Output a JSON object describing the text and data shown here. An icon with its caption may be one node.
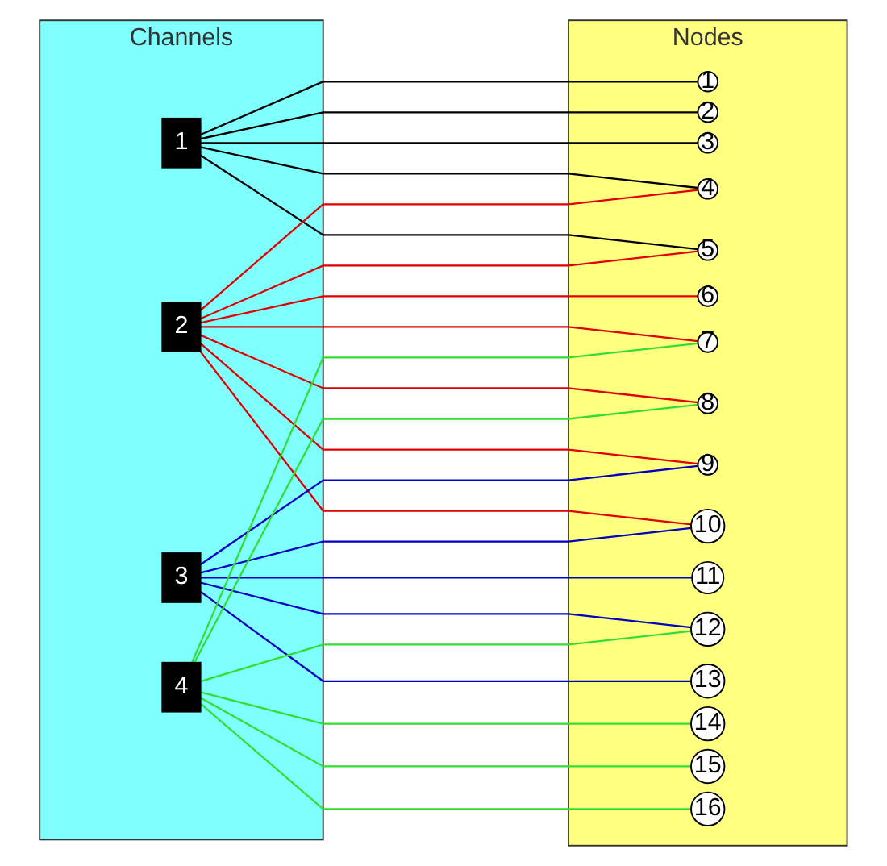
{
  "diagram": {
    "nodes": [
      {
        "text": [
          "Channels"
        ]
      },
      {
        "text": [
          "1"
        ],
        "in": 0
      },
      {
        "text": [
          "2"
        ],
        "in": 0
      },
      {
        "text": [
          "3"
        ],
        "in": 0
      },
      {
        "text": [
          "4"
        ],
        "in": 0
      },
      {
        "text": [
          "Nodes"
        ]
      },
      {
        "text": [
          "1"
        ],
        "in": 5
      },
      {
        "text": [
          "2"
        ],
        "in": 5
      },
      {
        "text": [
          "3"
        ],
        "in": 5
      },
      {
        "text": [
          "4"
        ],
        "in": 5
      },
      {
        "text": [
          "5"
        ],
        "in": 5
      },
      {
        "text": [
          "6"
        ],
        "in": 5
      },
      {
        "text": [
          "7"
        ],
        "in": 5
      },
      {
        "text": [
          "8"
        ],
        "in": 5
      },
      {
        "text": [
          "9"
        ],
        "in": 5
      },
      {
        "text": [
          "10"
        ],
        "in": 5
      },
      {
        "text": [
          "11"
        ],
        "in": 5
      },
      {
        "text": [
          "12"
        ],
        "in": 5
      },
      {
        "text": [
          "13"
        ],
        "in": 5
      },
      {
        "text": [
          "14"
        ],
        "in": 5
      },
      {
        "text": [
          "15"
        ],
        "in": 5
      },
      {
        "text": [
          "16"
        ],
        "in": 5
      }
    ],
    "edges": [
      {
        "from": 1,
        "to": 6,
        "arrow": "none",
        "color": "#000000"
      },
      {
        "from": 1,
        "to": 7,
        "arrow": "none",
        "color": "#000000"
      },
      {
        "from": 1,
        "to": 8,
        "arrow": "none",
        "color": "#000000"
      },
      {
        "from": 1,
        "to": 9,
        "arrow": "none",
        "color": "#000000"
      },
      {
        "from": 1,
        "to": 10,
        "arrow": "none",
        "color": "#000000"
      },
      {
        "from": 2,
        "to": 9,
        "arrow": "none",
        "color": "#e00000"
      },
      {
        "from": 2,
        "to": 10,
        "arrow": "none",
        "color": "#e00000"
      },
      {
        "from": 2,
        "to": 11,
        "arrow": "none",
        "color": "#e00000"
      },
      {
        "from": 2,
        "to": 12,
        "arrow": "none",
        "color": "#e00000"
      },
      {
        "from": 2,
        "to": 13,
        "arrow": "none",
        "color": "#e00000"
      },
      {
        "from": 2,
        "to": 14,
        "arrow": "none",
        "color": "#e00000"
      },
      {
        "from": 2,
        "to": 15,
        "arrow": "none",
        "color": "#e00000"
      },
      {
        "from": 3,
        "to": 14,
        "arrow": "none",
        "color": "#0000c0"
      },
      {
        "from": 3,
        "to": 15,
        "arrow": "none",
        "color": "#0000c0"
      },
      {
        "from": 3,
        "to": 16,
        "arrow": "none",
        "color": "#0000c0"
      },
      {
        "from": 3,
        "to": 17,
        "arrow": "none",
        "color": "#0000c0"
      },
      {
        "from": 3,
        "to": 18,
        "arrow": "none",
        "color": "#0000c0"
      },
      {
        "from": 4,
        "to": 12,
        "arrow": "none",
        "color": "#33dd33"
      },
      {
        "from": 4,
        "to": 13,
        "arrow": "none",
        "color": "#33dd33"
      },
      {
        "from": 4,
        "to": 17,
        "arrow": "none",
        "color": "#33dd33"
      },
      {
        "from": 4,
        "to": 19,
        "arrow": "none",
        "color": "#33dd33"
      },
      {
        "from": 4,
        "to": 20,
        "arrow": "none",
        "color": "#33dd33"
      },
      {
        "from": 4,
        "to": 21,
        "arrow": "none",
        "color": "#33dd33"
      }
    ]
  }
}
